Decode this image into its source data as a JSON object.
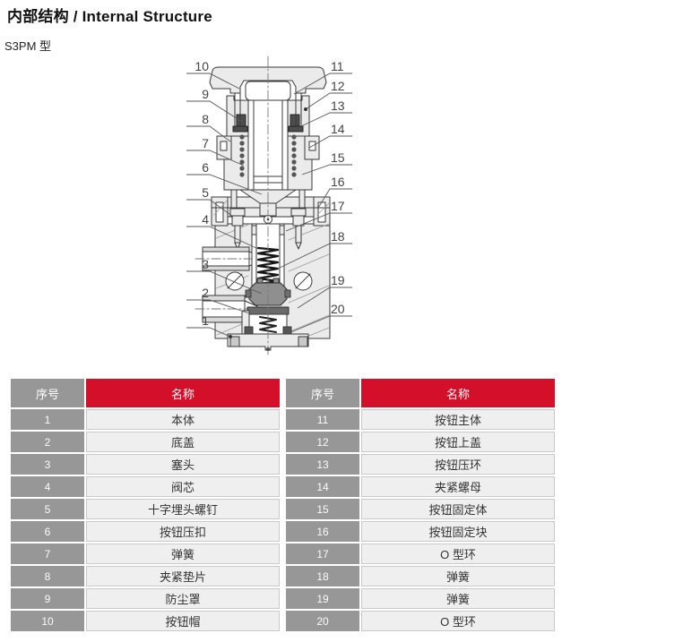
{
  "page": {
    "title": "内部结构 / Internal Structure",
    "subtitle": "S3PM 型"
  },
  "diagram": {
    "callouts_left": [
      "10",
      "9",
      "8",
      "7",
      "6",
      "5",
      "4",
      "3",
      "2",
      "1"
    ],
    "callouts_right": [
      "11",
      "12",
      "13",
      "14",
      "15",
      "16",
      "17",
      "18",
      "19",
      "20"
    ]
  },
  "table": {
    "no_header": "序号",
    "name_header": "名称",
    "left_rows": [
      {
        "no": "1",
        "name": "本体"
      },
      {
        "no": "2",
        "name": "底盖"
      },
      {
        "no": "3",
        "name": "塞头"
      },
      {
        "no": "4",
        "name": "阀芯"
      },
      {
        "no": "5",
        "name": "十字埋头螺钉"
      },
      {
        "no": "6",
        "name": "按钮压扣"
      },
      {
        "no": "7",
        "name": "弹簧"
      },
      {
        "no": "8",
        "name": "夹紧垫片"
      },
      {
        "no": "9",
        "name": "防尘罩"
      },
      {
        "no": "10",
        "name": "按钮帽"
      }
    ],
    "right_rows": [
      {
        "no": "11",
        "name": "按钮主体"
      },
      {
        "no": "12",
        "name": "按钮上盖"
      },
      {
        "no": "13",
        "name": "按钮压环"
      },
      {
        "no": "14",
        "name": "夹紧螺母"
      },
      {
        "no": "15",
        "name": "按钮固定体"
      },
      {
        "no": "16",
        "name": "按钮固定块"
      },
      {
        "no": "17",
        "name": "O 型环"
      },
      {
        "no": "18",
        "name": "弹簧"
      },
      {
        "no": "19",
        "name": "弹簧"
      },
      {
        "no": "20",
        "name": "O 型环"
      }
    ]
  },
  "colors": {
    "accent_red": "#d40f2a",
    "header_gray": "#979797",
    "name_cell_bg": "#efefef",
    "name_cell_border": "#c9c9c9"
  }
}
